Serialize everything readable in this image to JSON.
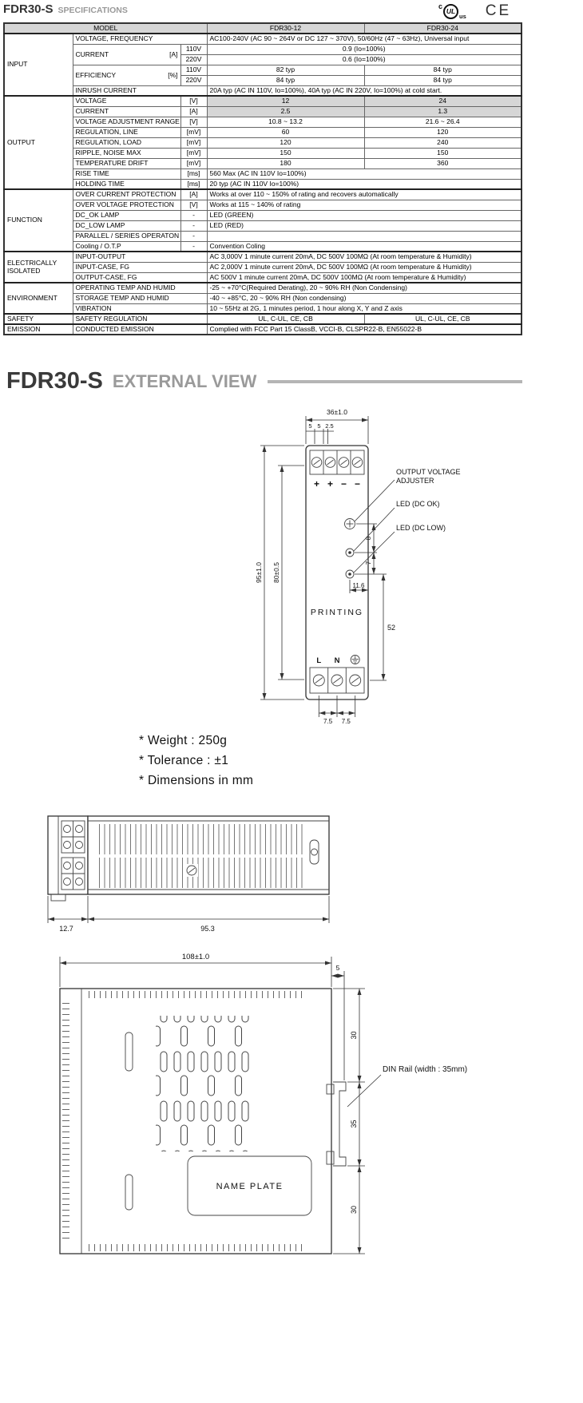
{
  "header": {
    "title": "FDR30-S",
    "subtitle": "SPECIFICATIONS",
    "cert_c": "c",
    "cert_ul": "UL",
    "cert_us": "us",
    "cert_ce": "CE"
  },
  "table": {
    "model_label": "MODEL",
    "model_1": "FDR30-12",
    "model_2": "FDR30-24",
    "sections": {
      "input": "INPUT",
      "output": "OUTPUT",
      "function": "FUNCTION",
      "isolated": "ELECTRICALLY ISOLATED",
      "environment": "ENVIRONMENT",
      "safety": "SAFETY",
      "emission": "EMISSION"
    },
    "rows": {
      "voltage_freq": {
        "param": "VOLTAGE, FREQUENCY",
        "value": "AC100-240V (AC 90 ~ 264V or DC 127 ~ 370V), 50/60Hz (47 ~ 63Hz), Universal input"
      },
      "current": {
        "param": "CURRENT",
        "unit": "[A]",
        "sub1": "110V",
        "sub2": "220V",
        "v1": "0.9 (Io=100%)",
        "v2": "0.6 (Io=100%)"
      },
      "efficiency": {
        "param": "EFFICIENCY",
        "unit": "[%]",
        "sub1": "110V",
        "sub2": "220V",
        "v110_1": "82 typ",
        "v110_2": "84 typ",
        "v220_1": "84 typ",
        "v220_2": "84 typ"
      },
      "inrush": {
        "param": "INRUSH CURRENT",
        "value": "20A typ (AC IN 110V, Io=100%), 40A typ (AC IN 220V, Io=100%) at cold start."
      },
      "out_voltage": {
        "param": "VOLTAGE",
        "unit": "[V]",
        "v1": "12",
        "v2": "24"
      },
      "out_current": {
        "param": "CURRENT",
        "unit": "[A]",
        "v1": "2.5",
        "v2": "1.3"
      },
      "adj_range": {
        "param": "VOLTAGE ADJUSTMENT RANGE",
        "unit": "[V]",
        "v1": "10.8 ~ 13.2",
        "v2": "21.6 ~ 26.4"
      },
      "reg_line": {
        "param": "REGULATION, LINE",
        "unit": "[mV]",
        "v1": "60",
        "v2": "120"
      },
      "reg_load": {
        "param": "REGULATION, LOAD",
        "unit": "[mV]",
        "v1": "120",
        "v2": "240"
      },
      "ripple": {
        "param": "RIPPLE, NOISE MAX",
        "unit": "[mV]",
        "v1": "150",
        "v2": "150"
      },
      "temp_drift": {
        "param": "TEMPERATURE DRIFT",
        "unit": "[mV]",
        "v1": "180",
        "v2": "360"
      },
      "rise_time": {
        "param": "RISE TIME",
        "unit": "[ms]",
        "value": "560 Max (AC IN 110V Io=100%)"
      },
      "holding_time": {
        "param": "HOLDING TIME",
        "unit": "[ms]",
        "value": "20 typ (AC IN 110V Io=100%)"
      },
      "ocp": {
        "param": "OVER CURRENT PROTECTION",
        "unit": "[A]",
        "value": "Works at over 110 ~ 150% of rating and recovers automatically"
      },
      "ovp": {
        "param": "OVER VOLTAGE PROTECTION",
        "unit": "[V]",
        "value": "Works at 115 ~ 140% of rating"
      },
      "dc_ok": {
        "param": "DC_OK LAMP",
        "unit": "-",
        "value": "LED (GREEN)"
      },
      "dc_low": {
        "param": "DC_LOW LAMP",
        "unit": "-",
        "value": "LED (RED)"
      },
      "parallel": {
        "param": "PARALLEL / SERIES OPERATON",
        "unit": "-",
        "value": ""
      },
      "cooling": {
        "param": "Cooling / O.T.P",
        "unit": "-",
        "value": "Convention Coling"
      },
      "iso_input_output": {
        "param": "INPUT-OUTPUT",
        "value": "AC 3,000V 1 minute current 20mA, DC 500V 100MΩ (At room temperature & Humidity)"
      },
      "iso_input_case": {
        "param": "INPUT-CASE, FG",
        "value": "AC 2,000V 1 minute current 20mA, DC 500V 100MΩ (At room temperature & Humidity)"
      },
      "iso_output_case": {
        "param": "OUTPUT-CASE, FG",
        "value": "AC 500V 1 minute current 20mA, DC 500V 100MΩ (At room temperature & Humidity)"
      },
      "op_temp": {
        "param": "OPERATING TEMP AND HUMID",
        "value": "-25 ~ +70°C(Required Derating), 20 ~ 90% RH (Non Condensing)"
      },
      "st_temp": {
        "param": "STORAGE TEMP AND HUMID",
        "value": "-40 ~ +85°C, 20 ~ 90% RH (Non condensing)"
      },
      "vibration": {
        "param": "VIBRATION",
        "value": "10 ~ 55Hz at 2G, 1 minutes period, 1 hour along X, Y and Z axis"
      },
      "safety_reg": {
        "param": "SAFETY REGULATION",
        "v1": "UL, C-UL, CE, CB",
        "v2": "UL, C-UL, CE, CB"
      },
      "conducted": {
        "param": "CONDUCTED EMISSION",
        "value": "Complied with  FCC Part 15 ClassB, VCCI-B, CLSPR22-B, EN55022-B"
      }
    }
  },
  "external": {
    "title": "FDR30-S",
    "subtitle": "EXTERNAL VIEW"
  },
  "front_view": {
    "dim_width": "36±1.0",
    "dim_sub": [
      "5",
      "5",
      "2.5"
    ],
    "dim_height_outer": "95±1.0",
    "dim_height_inner": "80±0.5",
    "adjuster_label_1": "OUTPUT VOLTAGE",
    "adjuster_label_2": "ADJUSTER",
    "led_ok_label": "LED (DC OK)",
    "led_low_label": "LED (DC LOW)",
    "dim_led_1": "8",
    "dim_led_2": "7",
    "dim_led_offset": "11.6",
    "printing_label": "PRINTING",
    "dim_terminal": "52",
    "terminals_top": [
      "+",
      "+",
      "−",
      "−"
    ],
    "terminals_bottom": [
      "L",
      "N"
    ],
    "dim_pitch_1": "7.5",
    "dim_pitch_2": "7.5"
  },
  "notes": [
    "* Weight : 250g",
    "* Tolerance : ±1",
    "* Dimensions in mm"
  ],
  "side_view": {
    "dim_depth": "12.7",
    "dim_length": "95.3"
  },
  "bottom_view": {
    "dim_width": "108±1.0",
    "dim_step": "5",
    "dim_top": "30",
    "dim_rail": "35",
    "dim_bottom": "30",
    "din_label": "DIN Rail (width : 35mm)",
    "name_plate": "NAME PLATE"
  }
}
